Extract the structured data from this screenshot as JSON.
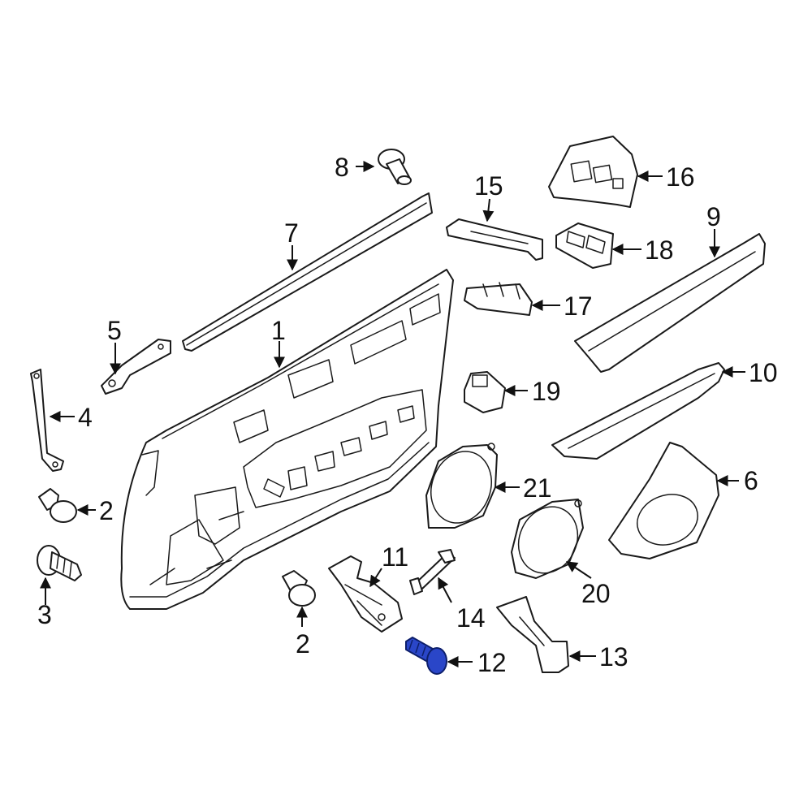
{
  "callouts": {
    "c1": "1",
    "c2a": "2",
    "c2b": "2",
    "c3": "3",
    "c4": "4",
    "c5": "5",
    "c6": "6",
    "c7": "7",
    "c8": "8",
    "c9": "9",
    "c10": "10",
    "c11": "11",
    "c12": "12",
    "c13": "13",
    "c14": "14",
    "c15": "15",
    "c16": "16",
    "c17": "17",
    "c18": "18",
    "c19": "19",
    "c20": "20",
    "c21": "21"
  },
  "colors": {
    "line": "#1a1a1a",
    "highlight_fill": "#2a46c8",
    "highlight_stroke": "#0d1f6b",
    "background": "#ffffff"
  },
  "highlighted_part": "12"
}
